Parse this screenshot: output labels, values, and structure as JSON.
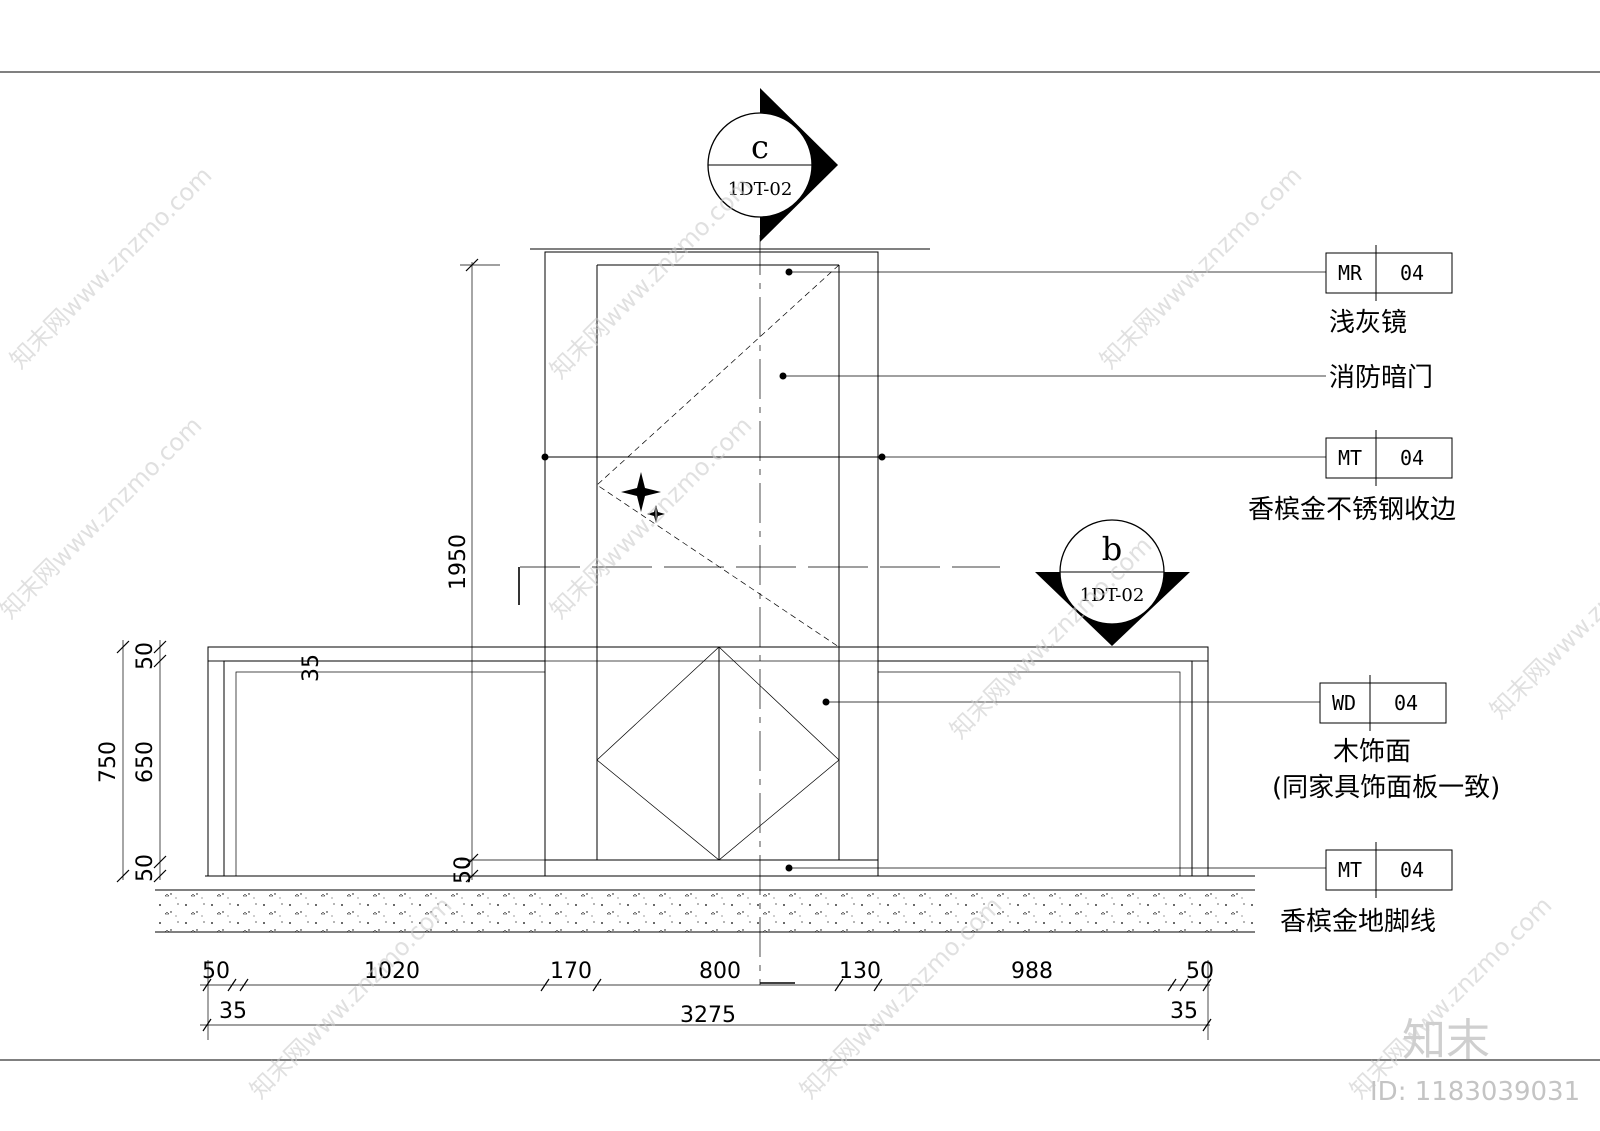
{
  "section_markers": {
    "c": {
      "letter": "c",
      "sheet": "1DT-02"
    },
    "b": {
      "letter": "b",
      "sheet": "1DT-02"
    }
  },
  "material_tags": [
    {
      "code": "MR",
      "num": "04",
      "label": "浅灰镜"
    },
    {
      "code": "",
      "num": "",
      "label": "消防暗门"
    },
    {
      "code": "MT",
      "num": "04",
      "label": "香槟金不锈钢收边"
    },
    {
      "code": "WD",
      "num": "04",
      "label": "木饰面"
    },
    {
      "code": "MT",
      "num": "04",
      "label": "香槟金地脚线"
    }
  ],
  "material_note": "(同家具饰面板一致)",
  "dimensions": {
    "horizontal": [
      "50",
      "1020",
      "170",
      "800",
      "130",
      "988",
      "50"
    ],
    "small_left": "35",
    "small_right": "35",
    "total": "3275",
    "vertical_left": [
      "750",
      "50",
      "650",
      "50"
    ],
    "vertical_tall": "1950",
    "vertical_small_35": "35",
    "vertical_small_50": "50"
  },
  "watermark": {
    "text": "知末网www.znzmo.com",
    "logo": "知末",
    "id": "ID: 1183039031"
  }
}
